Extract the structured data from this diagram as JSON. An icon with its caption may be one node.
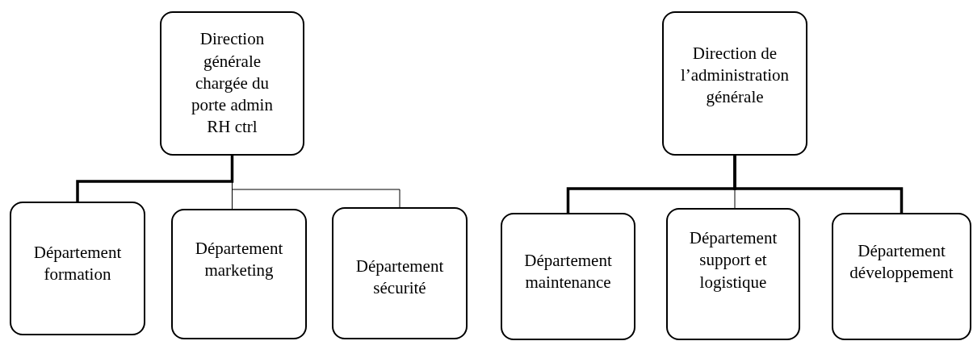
{
  "diagram": {
    "nodes": [
      {
        "text": [
          "Direction générale chargée du porte admin RH ctrl"
        ]
      },
      {
        "text": [
          "Département formation"
        ]
      },
      {
        "text": [
          "Département marketing"
        ]
      },
      {
        "text": [
          "Département sécurité"
        ]
      },
      {
        "text": [
          "Direction de l’administration générale"
        ]
      },
      {
        "text": [
          "Département maintenance"
        ]
      },
      {
        "text": [
          "Département support et logistique"
        ]
      },
      {
        "text": [
          "Département développement"
        ]
      }
    ],
    "edges": [
      {
        "from": 0,
        "to": 1,
        "arrow": "none",
        "style": "thick"
      },
      {
        "from": 0,
        "to": 2,
        "arrow": "none"
      },
      {
        "from": 0,
        "to": 3,
        "arrow": "none"
      },
      {
        "from": 4,
        "to": 5,
        "arrow": "none",
        "style": "thick"
      },
      {
        "from": 4,
        "to": 6,
        "arrow": "none"
      },
      {
        "from": 4,
        "to": 7,
        "arrow": "none",
        "style": "thick"
      }
    ]
  }
}
